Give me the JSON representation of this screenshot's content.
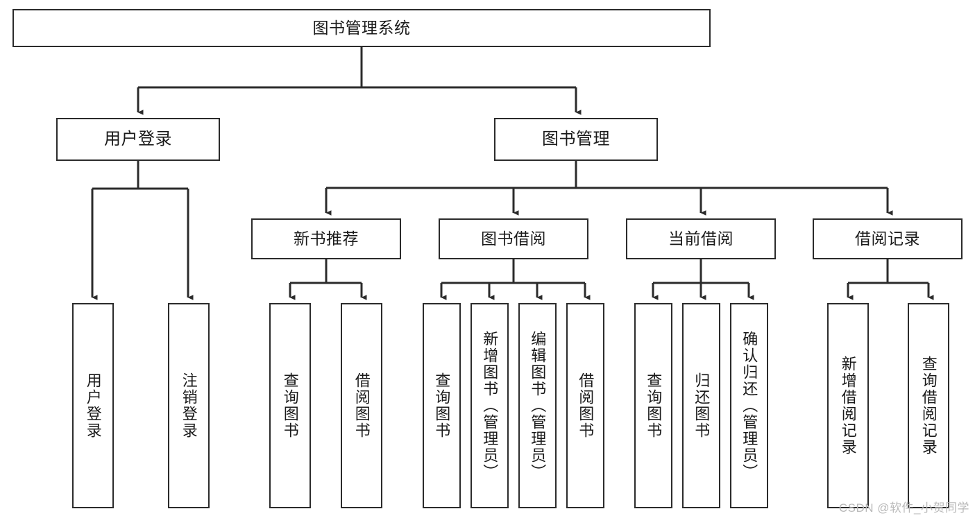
{
  "diagram": {
    "type": "tree-hierarchy",
    "title": "图书管理系统",
    "orientation": "top-down",
    "root": {
      "label": "图书管理系统",
      "level": 0
    },
    "level1": [
      {
        "id": "user-login",
        "label": "用户登录"
      },
      {
        "id": "book-management",
        "label": "图书管理"
      }
    ],
    "level2": [
      {
        "id": "new-book-recommend",
        "label": "新书推荐",
        "parent": "book-management"
      },
      {
        "id": "book-borrow",
        "label": "图书借阅",
        "parent": "book-management"
      },
      {
        "id": "current-borrow",
        "label": "当前借阅",
        "parent": "book-management"
      },
      {
        "id": "borrow-record",
        "label": "借阅记录",
        "parent": "book-management"
      }
    ],
    "leaves": {
      "user-login": [
        {
          "id": "leaf-user-login",
          "label": "用户登录"
        },
        {
          "id": "leaf-user-logout",
          "label": "注销登录"
        }
      ],
      "new-book-recommend": [
        {
          "id": "leaf-query-book-1",
          "label": "查询图书"
        },
        {
          "id": "leaf-borrow-book-1",
          "label": "借阅图书"
        }
      ],
      "book-borrow": [
        {
          "id": "leaf-query-book-2",
          "label": "查询图书"
        },
        {
          "id": "leaf-add-book",
          "label": "新增图书（管理员）"
        },
        {
          "id": "leaf-edit-book",
          "label": "编辑图书（管理员）"
        },
        {
          "id": "leaf-borrow-book-2",
          "label": "借阅图书"
        }
      ],
      "current-borrow": [
        {
          "id": "leaf-query-book-3",
          "label": "查询图书"
        },
        {
          "id": "leaf-return-book",
          "label": "归还图书"
        },
        {
          "id": "leaf-confirm-return",
          "label": "确认归还（管理员）"
        }
      ],
      "borrow-record": [
        {
          "id": "leaf-add-record",
          "label": "新增借阅记录"
        },
        {
          "id": "leaf-query-record",
          "label": "查询借阅记录"
        }
      ]
    }
  },
  "watermark": {
    "text": "CSDN @软件_小贺同学"
  },
  "colors": {
    "stroke": "#2b2b2b",
    "box_fill": "#ffffff",
    "text": "#1a1a1a",
    "watermark": "#b9b9b9",
    "background": "#ffffff"
  }
}
